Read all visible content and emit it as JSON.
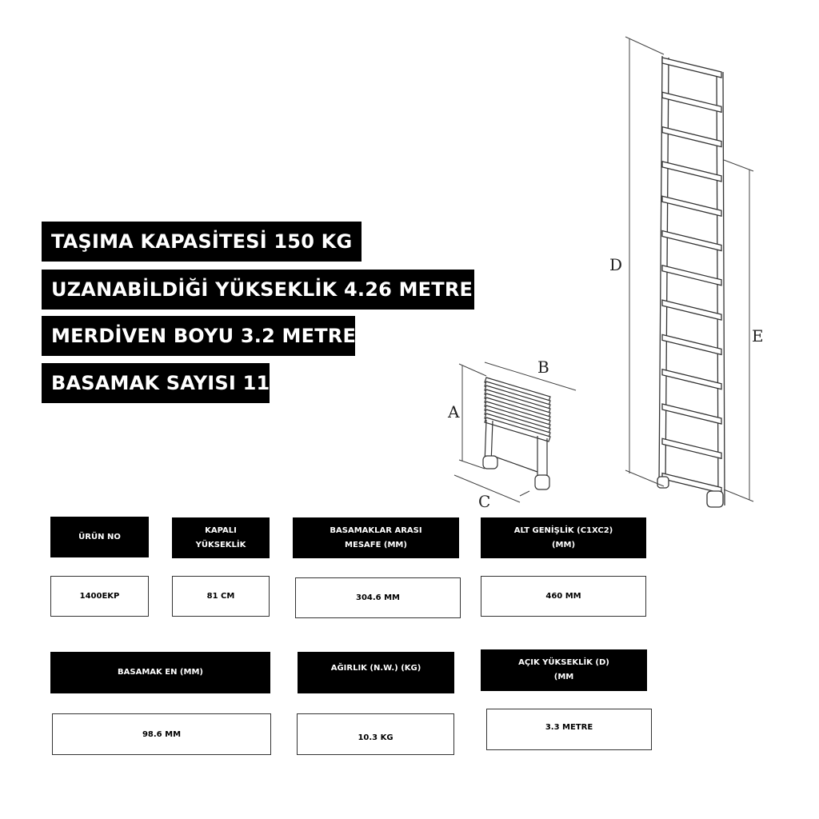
{
  "banners": [
    "TAŞIMA KAPASİTESİ 150  KG",
    "UZANABİLDİĞİ YÜKSEKLİK 4.26 METRE",
    "MERDİVEN BOYU 3.2 METRE",
    "BASAMAK SAYISI 11"
  ],
  "diagram_labels": {
    "a": "A",
    "b": "B",
    "c": "C",
    "d": "D",
    "e": "E"
  },
  "specs": [
    {
      "header": "ÜRÜN NO",
      "value": "1400EKP"
    },
    {
      "header": "KAPALI\nYÜKSEKLİK",
      "value": "81 CM"
    },
    {
      "header": "BASAMAKLAR ARASI\nMESAFE (MM)",
      "value": "304.6 MM"
    },
    {
      "header": "ALT GENİŞLİK (C1XC2)\n(MM)",
      "value": "460 MM"
    },
    {
      "header": "BASAMAK EN  (MM)",
      "value": "98.6 MM"
    },
    {
      "header": "AĞIRLIK (N.W.) (KG)",
      "value": "10.3 KG"
    },
    {
      "header": "AÇIK YÜKSEKLİK (D)\n(MM",
      "value": "3.3 METRE"
    }
  ]
}
